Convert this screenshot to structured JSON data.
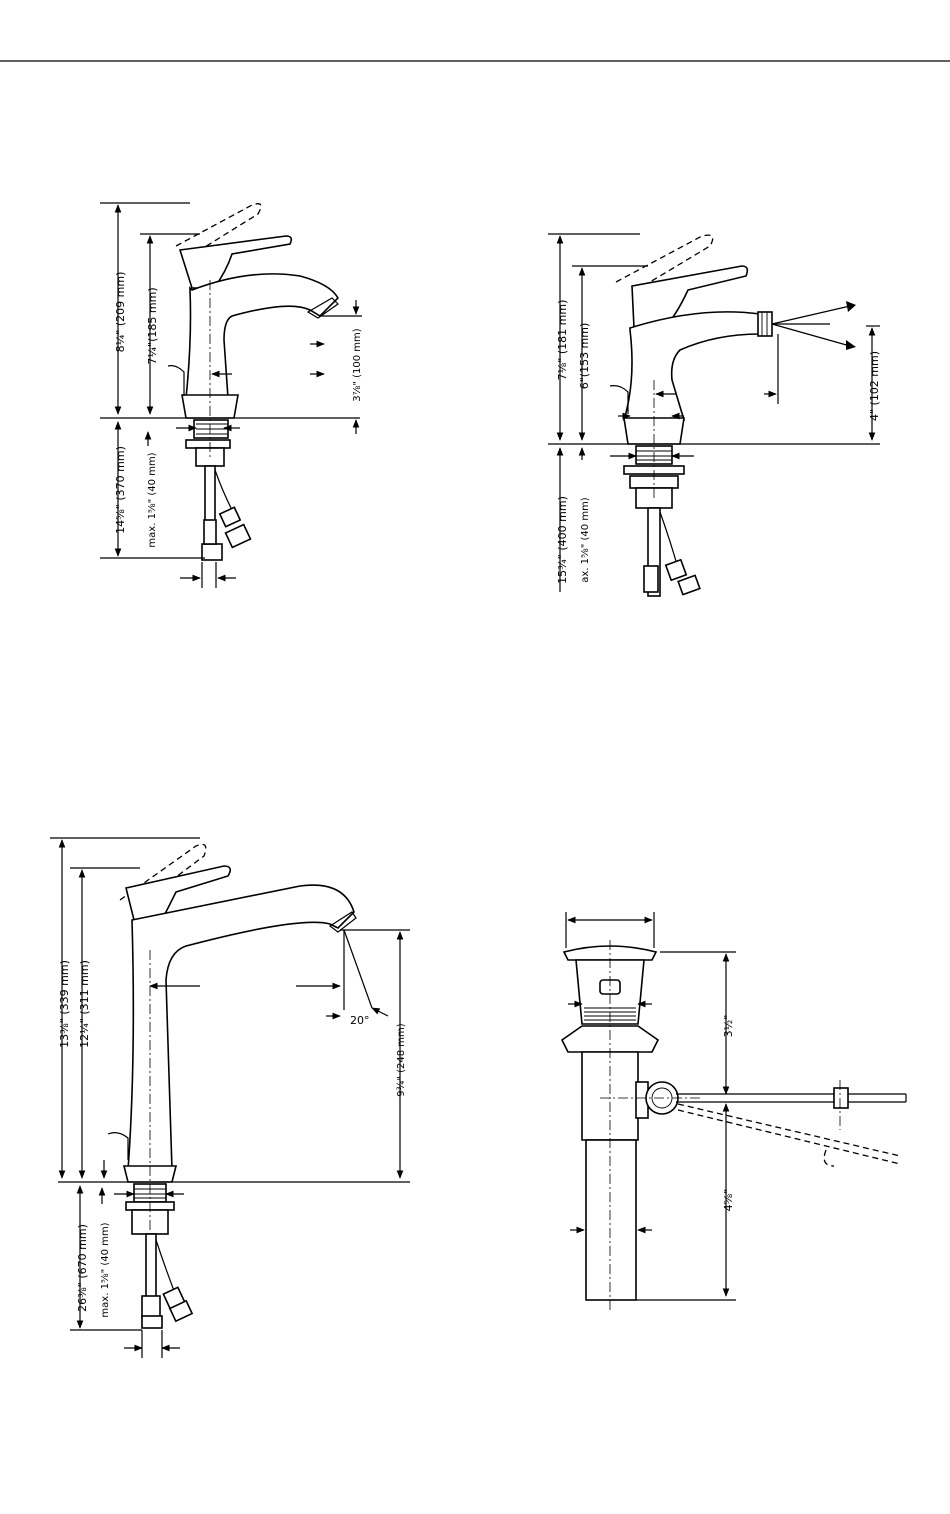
{
  "figures": {
    "basin_faucet_small": {
      "dims": {
        "overall_height": "8¼\" (209 mm)",
        "spout_height": "7¼\"(185 mm)",
        "spout_reach": "3⅞\" (100 mm)",
        "hose_length": "14⅝\" (370 mm)",
        "max_deck": "max. 1⅝\" (40 mm)"
      }
    },
    "bidet_faucet": {
      "dims": {
        "overall_height": "7⅛\" (181 mm)",
        "spout_height": "6\"(153 mm)",
        "spray_height": "4\" (102 mm)",
        "hose_length": "15¾\" (400 mm)",
        "max_deck": "ax. 1⅝\" (40 mm)"
      }
    },
    "basin_faucet_tall": {
      "dims": {
        "overall_height": "13⅜\" (339 mm)",
        "lever_height": "12¼\" (311 mm)",
        "spout_height": "9¾\" (248 mm)",
        "hose_length": "26⅜\" (670 mm)",
        "max_deck": "max. 1⅝\" (40 mm)",
        "spray_angle": "20°"
      }
    },
    "pop_up_drain": {
      "dims": {
        "upper_height": "3½\"",
        "lower_height": "4⅝\""
      }
    }
  }
}
